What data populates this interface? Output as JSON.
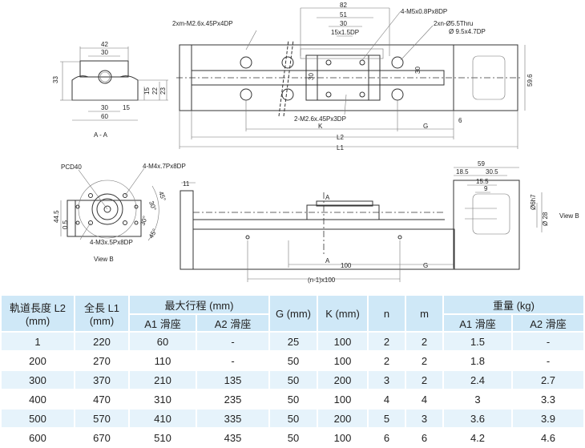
{
  "drawing": {
    "section_view": {
      "d42": "42",
      "d30a": "30",
      "d33": "33",
      "d15a": "15",
      "d22": "22",
      "d23": "23",
      "d30b": "30",
      "d15b": "15",
      "d60": "60",
      "label": "A - A"
    },
    "top_view": {
      "d82": "82",
      "d51": "51",
      "d30": "30",
      "d15x": "15x1.5DP",
      "m5": "4-M5x0.8Px8DP",
      "m26_top": "2xm-M2.6x.45Px4DP",
      "thru": "2xn-Ø5.5Thru",
      "cbore": "Ø 9.5x4.7DP",
      "d30v": "30",
      "d30v2": "30",
      "m26_bottom": "2-M2.6x.45Px3DP",
      "K": "K",
      "G": "G",
      "d6": "6",
      "L2": "L2",
      "L1": "L1",
      "d59_6": "59.6"
    },
    "view_b": {
      "pcd": "PCD40",
      "m4": "4-M4x.7Px8DP",
      "m3": "4-M3x.5Px8DP",
      "d44_5": "44.5",
      "d0_5": "0.5",
      "a45a": "45°",
      "a30a": "30°",
      "a30b": "30°",
      "a45b": "45°",
      "label": "View B"
    },
    "side_view": {
      "d11": "11",
      "A_top": "A",
      "A_bot": "A",
      "d100": "100",
      "G": "G",
      "pitch": "(n-1)x100",
      "d59": "59",
      "d18_5": "18.5",
      "d30_5": "30.5",
      "d15_5": "15.5",
      "d9": "9",
      "d6h7": "Ø6h7",
      "d28": "Ø 28",
      "view_b": "View B"
    }
  },
  "table": {
    "headers": {
      "l2": "軌道長度 L2",
      "l2_unit": "(mm)",
      "l1": "全長 L1",
      "l1_unit": "(mm)",
      "stroke": "最大行程 (mm)",
      "stroke_a1": "A1 滑座",
      "stroke_a2": "A2 滑座",
      "g": "G (mm)",
      "k": "K (mm)",
      "n": "n",
      "m": "m",
      "weight": "重量 (kg)",
      "weight_a1": "A1 滑座",
      "weight_a2": "A2 滑座"
    },
    "rows": [
      [
        "1",
        "220",
        "60",
        "-",
        "25",
        "100",
        "2",
        "2",
        "1.5",
        "-"
      ],
      [
        "200",
        "270",
        "110",
        "-",
        "50",
        "100",
        "2",
        "2",
        "1.8",
        "-"
      ],
      [
        "300",
        "370",
        "210",
        "135",
        "50",
        "200",
        "3",
        "2",
        "2.4",
        "2.7"
      ],
      [
        "400",
        "470",
        "310",
        "235",
        "50",
        "100",
        "4",
        "4",
        "3",
        "3.3"
      ],
      [
        "500",
        "570",
        "410",
        "335",
        "50",
        "200",
        "5",
        "3",
        "3.6",
        "3.9"
      ],
      [
        "600",
        "670",
        "510",
        "435",
        "50",
        "100",
        "6",
        "6",
        "4.2",
        "4.6"
      ]
    ]
  }
}
